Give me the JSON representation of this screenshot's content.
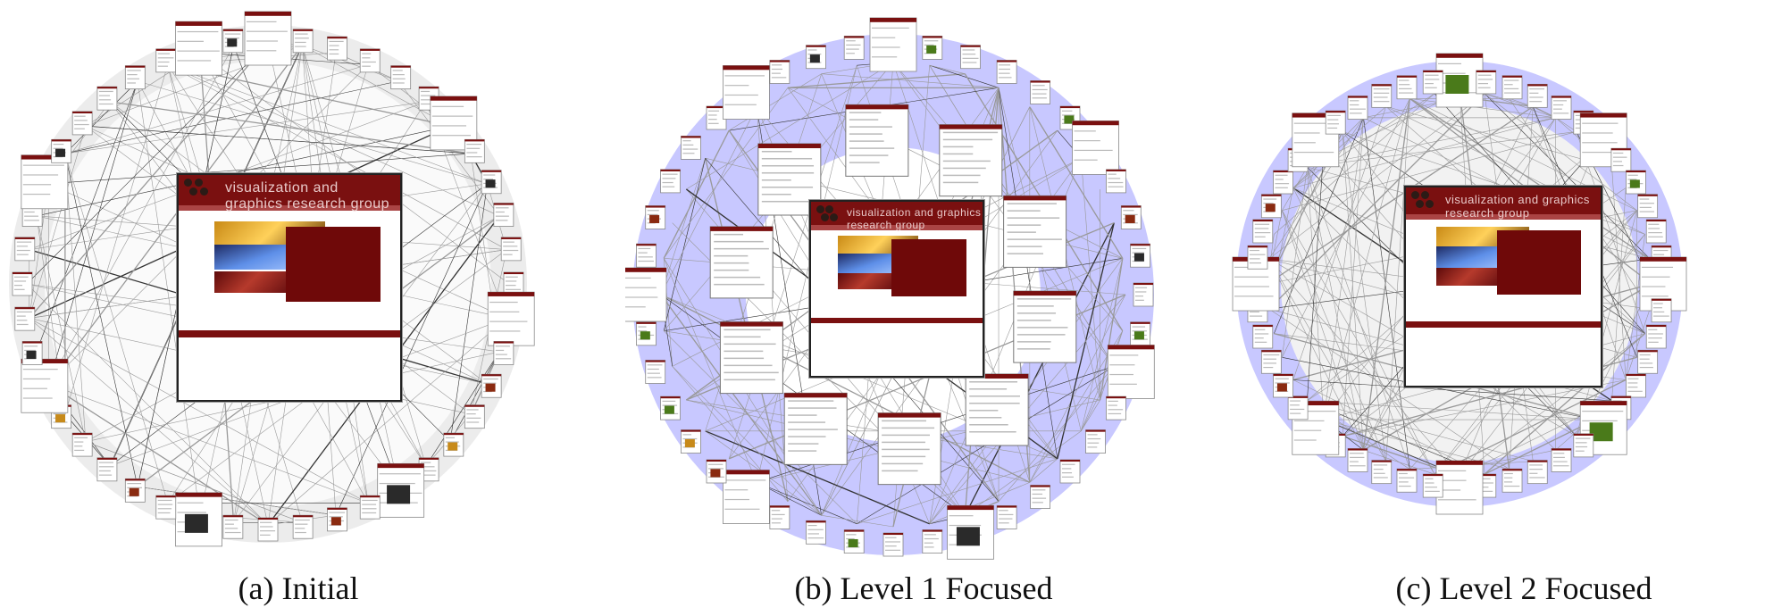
{
  "panels": [
    {
      "caption": "(a) Initial",
      "focus_page_title": "visualization and graphics research group",
      "ring_color": "#e8e8e8",
      "focused_level": null
    },
    {
      "caption": "(b) Level 1 Focused",
      "focus_page_title": "visualization and graphics research group",
      "ring_color": "#c8c8ff",
      "focused_level": 1
    },
    {
      "caption": "(c) Level 2 Focused",
      "focus_page_title": "visualization and graphics research group",
      "ring_color": "#c8c8ff",
      "focused_level": 2
    }
  ],
  "colors": {
    "page_header": "#7a1010",
    "edge": "#555555",
    "ring_highlight": "#c8c8ff",
    "ring_neutral": "#e8e8e8"
  }
}
